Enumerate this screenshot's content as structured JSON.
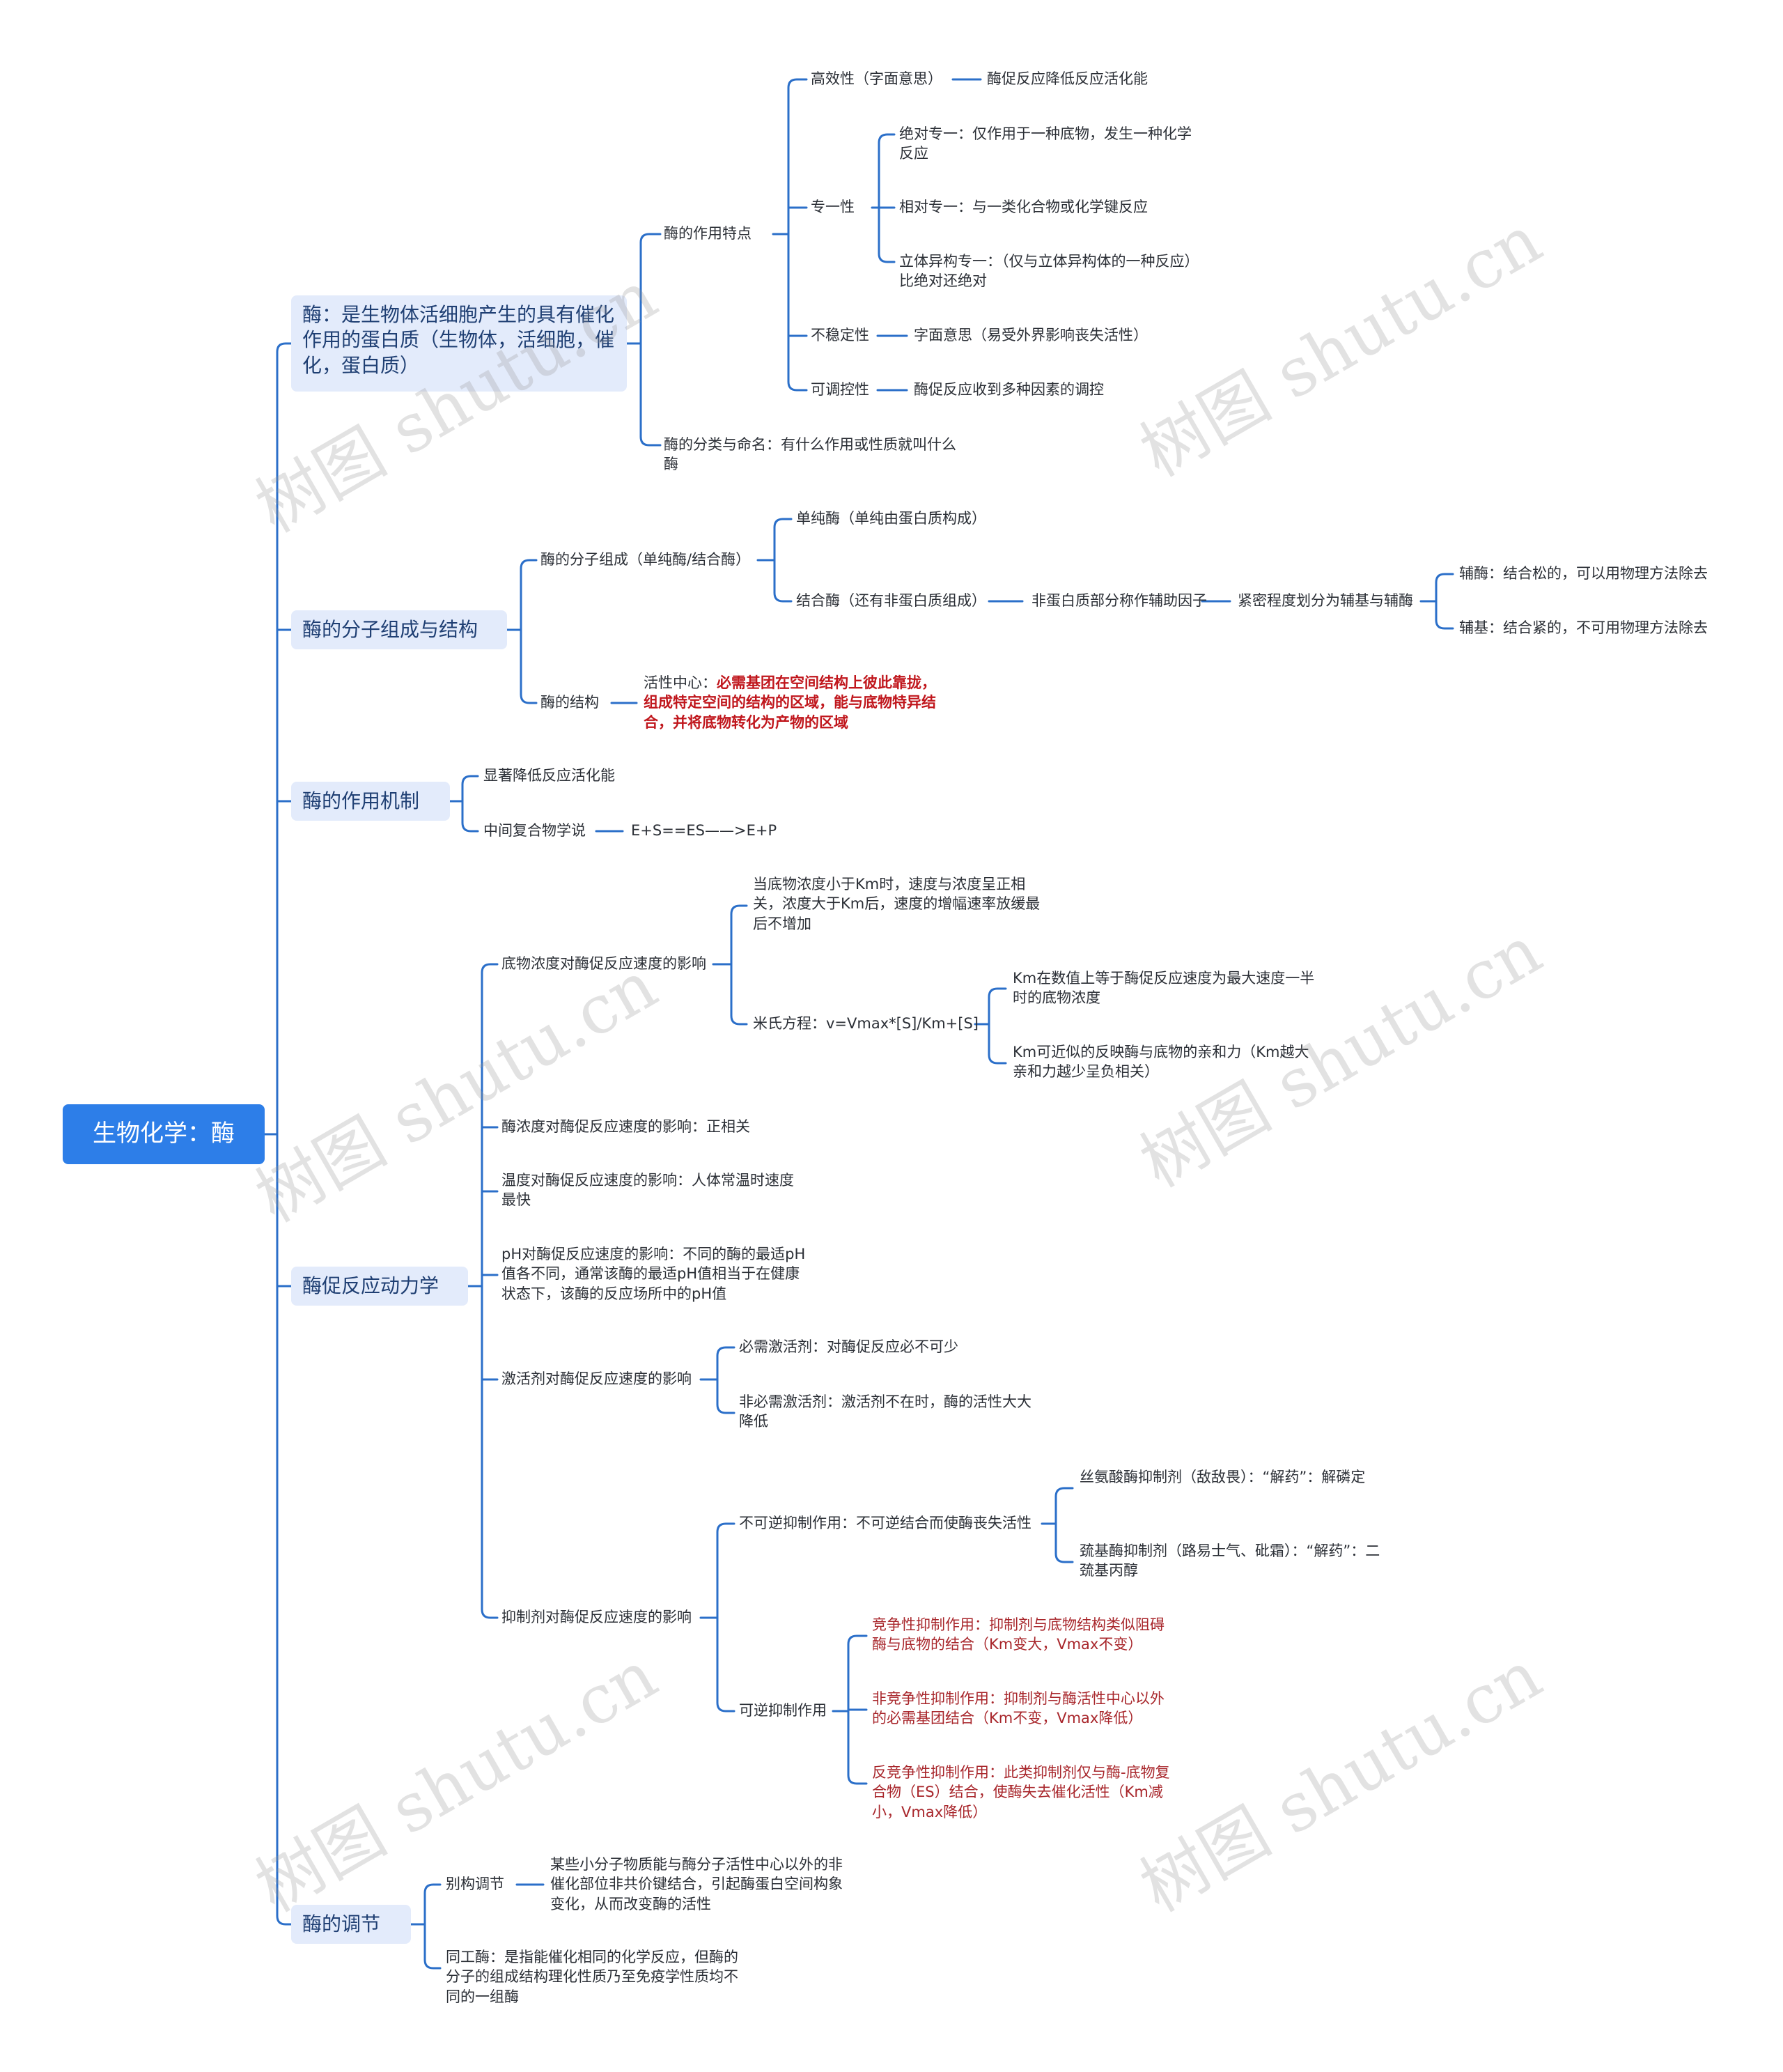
{
  "root": "生物化学：酶",
  "branches": {
    "def": "酶：是生物体活细胞产生的具有催化作用的蛋白质（生物体，活细胞，催化，蛋白质）",
    "struct": "酶的分子组成与结构",
    "mech": "酶的作用机制",
    "kin": "酶促反应动力学",
    "reg": "酶的调节"
  },
  "def": {
    "features": "酶的作用特点",
    "efficiency": "高效性（字面意思）",
    "efficiency_note": "酶促反应降低反应活化能",
    "specificity": "专一性",
    "abs_spec": "绝对专一：仅作用于一种底物，发生一种化学反应",
    "rel_spec": "相对专一：与一类化合物或化学键反应",
    "stereo_spec": "立体异构专一：（仅与立体异构体的一种反应）比绝对还绝对",
    "instability": "不稳定性",
    "instability_note": "字面意思（易受外界影响丧失活性）",
    "regulatable": "可调控性",
    "regulatable_note": "酶促反应收到多种因素的调控",
    "classification": "酶的分类与命名：有什么作用或性质就叫什么酶"
  },
  "struct": {
    "composition": "酶的分子组成（单纯酶/结合酶）",
    "simple": "单纯酶（单纯由蛋白质构成）",
    "conjugated": "结合酶（还有非蛋白质组成）",
    "cofactor": "非蛋白质部分称作辅助因子",
    "tightness": "紧密程度划分为辅基与辅酶",
    "coenzyme": "辅酶：结合松的，可以用物理方法除去",
    "prosthetic": "辅基：结合紧的，不可用物理方法除去",
    "structure": "酶的结构",
    "active_center_label": "活性中心：",
    "active_center_text": "必需基团在空间结构上彼此靠拢，组成特定空间的结构的区域，能与底物特异结合，并将底物转化为产物的区域"
  },
  "mech": {
    "lower": "显著降低反应活化能",
    "intermediate": "中间复合物学说",
    "equation": "E+S==ES——>E+P"
  },
  "kin": {
    "substrate": "底物浓度对酶促反应速度的影响",
    "substrate_note": "当底物浓度小于Km时，速度与浓度呈正相关，浓度大于Km后，速度的增幅速率放缓最后不增加",
    "mm": "米氏方程：v=Vmax*[S]/Km+[S]",
    "km1": "Km在数值上等于酶促反应速度为最大速度一半时的底物浓度",
    "km2": "Km可近似的反映酶与底物的亲和力（Km越大亲和力越少呈负相关）",
    "enzyme_conc": "酶浓度对酶促反应速度的影响：正相关",
    "temperature": "温度对酶促反应速度的影响：人体常温时速度最快",
    "ph": "pH对酶促反应速度的影响：不同的酶的最适pH值各不同，通常该酶的最适pH值相当于在健康状态下，该酶的反应场所中的pH值",
    "activator": "激活剂对酶促反应速度的影响",
    "act_required": "必需激活剂：对酶促反应必不可少",
    "act_nonrequired": "非必需激活剂：激活剂不在时，酶的活性大大降低",
    "inhibitor": "抑制剂对酶促反应速度的影响",
    "irreversible": "不可逆抑制作用：不可逆结合而使酶丧失活性",
    "serine": "丝氨酸酶抑制剂（敌敌畏）：“解药”：解磷定",
    "thiol": "巯基酶抑制剂（路易士气、砒霜）：“解药”：二巯基丙醇",
    "reversible": "可逆抑制作用",
    "competitive": "竞争性抑制作用：抑制剂与底物结构类似阻碍酶与底物的结合（Km变大，Vmax不变）",
    "noncompetitive": "非竞争性抑制作用：抑制剂与酶活性中心以外的必需基团结合（Km不变，Vmax降低）",
    "uncompetitive": "反竞争性抑制作用：此类抑制剂仅与酶-底物复合物（ES）结合，使酶失去催化活性（Km减小，Vmax降低）"
  },
  "reg": {
    "allosteric": "别构调节",
    "allosteric_note": "某些小分子物质能与酶分子活性中心以外的非催化部位非共价键结合，引起酶蛋白空间构象变化，从而改变酶的活性",
    "isoenzyme": "同工酶：是指能催化相同的化学反应，但酶的分子的组成结构理化性质乃至免疫学性质均不同的一组酶"
  },
  "watermark": "树图 shutu.cn",
  "colors": {
    "line": "#2b6fc9",
    "root_bg": "#2d7ee8",
    "branch_bg": "#e3ebfb",
    "red": "#a8262b"
  }
}
